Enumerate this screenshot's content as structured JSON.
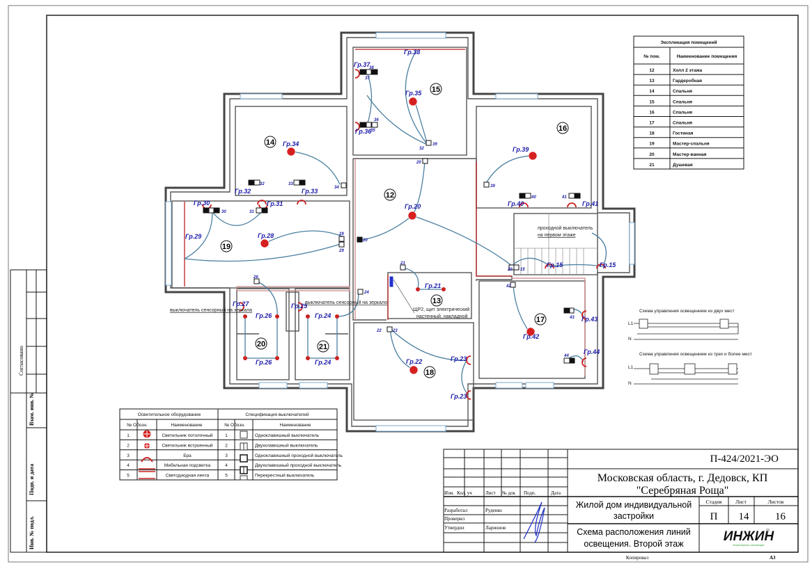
{
  "drawing": {
    "rooms_table": {
      "title": "Экспликация помещений",
      "col_num": "№ пом.",
      "col_name": "Наименование помещения",
      "rows": [
        {
          "num": "12",
          "name": "Холл 2 этажа"
        },
        {
          "num": "13",
          "name": "Гардеробная"
        },
        {
          "num": "14",
          "name": "Спальня"
        },
        {
          "num": "15",
          "name": "Спальня"
        },
        {
          "num": "16",
          "name": "Спальня"
        },
        {
          "num": "17",
          "name": "Спальня"
        },
        {
          "num": "18",
          "name": "Гостиная"
        },
        {
          "num": "19",
          "name": "Мастер-спальня"
        },
        {
          "num": "20",
          "name": "Мастер-ванная"
        },
        {
          "num": "21",
          "name": "Душевая"
        }
      ]
    },
    "legend": {
      "lighting_title": "Осветительное оборудование",
      "switches_title": "Спецификация выключателей",
      "col_num": "№ Обозн.",
      "col_name": "Наименование",
      "lighting": [
        {
          "num": "1",
          "name": "Светильник потолочный"
        },
        {
          "num": "2",
          "name": "Светильник встроенный"
        },
        {
          "num": "3",
          "name": "Бра"
        },
        {
          "num": "4",
          "name": "Мебельная подсветка"
        },
        {
          "num": "5",
          "name": "Светодиодная лента"
        }
      ],
      "switches": [
        {
          "num": "1",
          "name": "Одноклавишный выключатель"
        },
        {
          "num": "2",
          "name": "Двухклавишный выключатель"
        },
        {
          "num": "3",
          "name": "Одноклавишный проходной выключатель"
        },
        {
          "num": "4",
          "name": "Двухклавишный проходной выключатель"
        },
        {
          "num": "5",
          "name": "Перекрестный выключатель"
        }
      ]
    },
    "schemes": {
      "two_places": "Схема управления освещением из двух мест",
      "three_places": "Схема управления освещением из трех и более мест",
      "l1": "L1",
      "n": "N"
    },
    "room_labels": [
      "12",
      "13",
      "14",
      "15",
      "16",
      "17",
      "18",
      "19",
      "20",
      "21"
    ],
    "groups": {
      "g15a": "Гр.15",
      "g15b": "Гр.15",
      "g20": "Гр.20",
      "g21": "Гр.21",
      "g22": "Гр.22",
      "g23a": "Гр.23",
      "g23b": "Гр.23",
      "g24a": "Гр.24",
      "g24b": "Гр.24",
      "g25": "Гр.25",
      "g26a": "Гр.26",
      "g26b": "Гр.26",
      "g27": "Гр.27",
      "g28": "Гр.28",
      "g29": "Гр.29",
      "g30": "Гр.30",
      "g31": "Гр.31",
      "g32": "Гр.32",
      "g33": "Гр.33",
      "g34": "Гр.34",
      "g35": "Гр.35",
      "g36": "Гр.36",
      "g37": "Гр.37",
      "g38": "Гр.38",
      "g39": "Гр.39",
      "g40": "Гр.40",
      "g41": "Гр.41",
      "g42": "Гр.42",
      "g43": "Гр.43",
      "g44": "Гр.44"
    },
    "notes": {
      "sensor_switch_left": "выключатель сенсорный на зеркала",
      "sensor_switch_right": "выключатель сенсорный на зеркало",
      "panel_line1": "ЩР2, щит электрический",
      "panel_line2": "настенный, накладной",
      "passthrough_line1": "проходной выключатель",
      "passthrough_line2": "на первом этаже"
    }
  },
  "side_stamp": {
    "agreed": "Согласовано",
    "inv_ref": "Взам. инв. №",
    "sign_date": "Подп. и дата",
    "inv_orig": "Инв. № подл."
  },
  "title_block": {
    "doc_code": "П-424/2021-ЭО",
    "location_line1": "Московская область, г. Дедовск, КП",
    "location_line2": "\"Серебряная Роща\"",
    "object_line1": "Жилой дом индивидуальной",
    "object_line2": "застройки",
    "sheet_title_line1": "Схема расположения линий",
    "sheet_title_line2": "освещения. Второй этаж",
    "col_headers": [
      "Изм.",
      "Кол. уч",
      "Лист",
      "№ док",
      "Подп.",
      "Дата"
    ],
    "roles": [
      {
        "role": "Разработал",
        "name": "Руденко"
      },
      {
        "role": "Проверил",
        "name": ""
      },
      {
        "role": "Утвердил",
        "name": "Ларионов"
      }
    ],
    "stage_label": "Стадия",
    "stage": "П",
    "sheet_label": "Лист",
    "sheet": "14",
    "sheets_label": "Листов",
    "sheets": "16",
    "logo_text": "ИНЖИН",
    "logo_sub": "Инженерные инновации",
    "logo_reg": "®",
    "copied": "Копировал",
    "format": "А3"
  },
  "colors": {
    "group_label": "#1a1aa8",
    "fixture": "#d62020",
    "cable": "#4a7fa0",
    "logo_green": "#3aa335"
  }
}
